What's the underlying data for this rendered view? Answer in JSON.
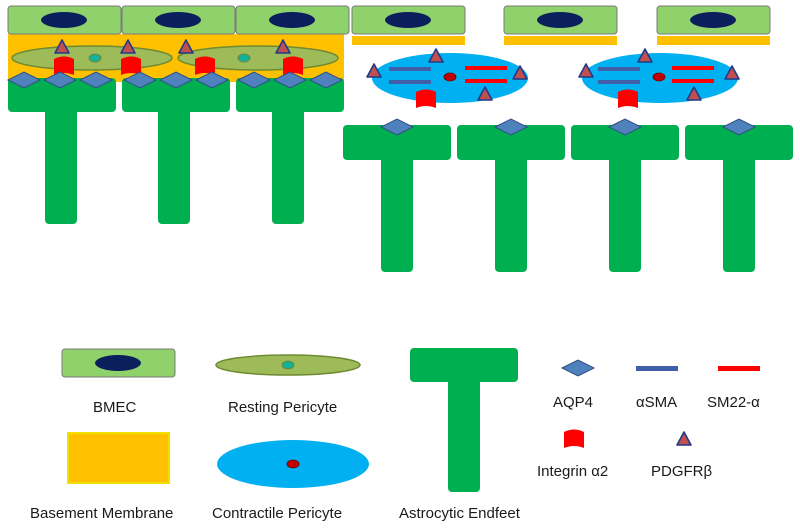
{
  "colors": {
    "bmec_fill": "#8fd16a",
    "bmec_stroke": "#7a7a7a",
    "nucleus": "#0b1f5c",
    "basement": "#ffc000",
    "basement_stroke": "#f2e000",
    "resting_fill": "#9dbb59",
    "resting_stroke": "#6e8a33",
    "resting_nucleus": "#14b09a",
    "contractile_fill": "#00b0f0",
    "contractile_nucleus": "#c00000",
    "astro": "#00b050",
    "aqp4": "#4f81bd",
    "asma": "#3f5fa8",
    "sm22": "#ff0000",
    "integrin": "#ff0000",
    "pdgfrb_fill": "#c0504d",
    "pdgfrb_stroke": "#1f3a8a"
  },
  "legend": {
    "bmec": "BMEC",
    "resting_pericyte": "Resting Pericyte",
    "astrocytic_endfeet": "Astrocytic Endfeet",
    "aqp4": "AQP4",
    "asma": "αSMA",
    "sm22": "SM22-α",
    "integrin": "Integrin α2",
    "pdgfrb": "PDGFRβ",
    "basement_membrane": "Basement Membrane",
    "contractile_pericyte": "Contractile Pericyte"
  }
}
